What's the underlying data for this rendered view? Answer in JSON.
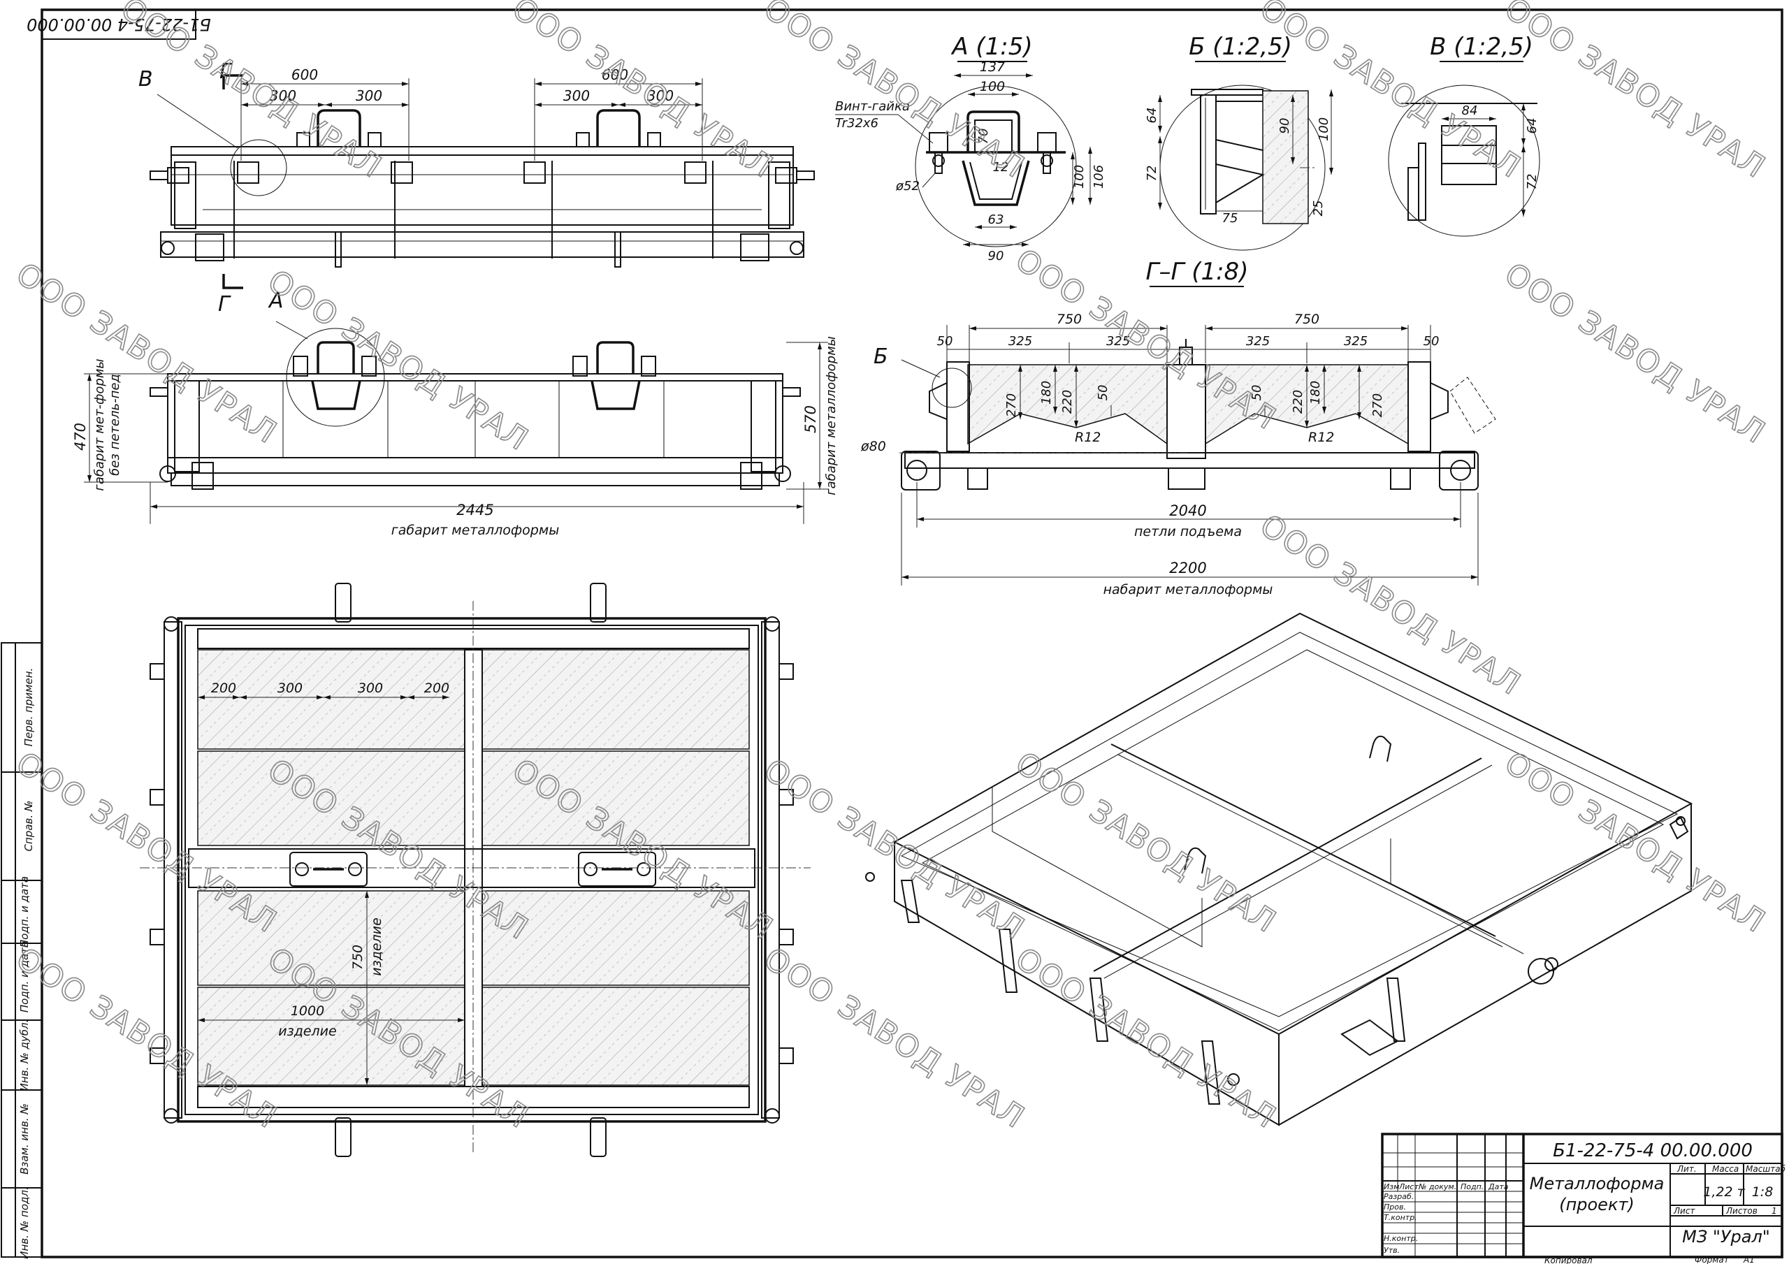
{
  "sheet": {
    "doc_code_rotated": "Б1-22-75-4 00.00.000",
    "watermark": "ООО ЗАВОД УРАЛ"
  },
  "views": {
    "detail_a": "А (1:5)",
    "detail_b": "Б (1:2,5)",
    "detail_v": "В (1:2,5)",
    "section_gg": "Г–Г (1:8)",
    "marker_v": "В",
    "marker_g": "Г",
    "marker_a": "А",
    "marker_b": "Б"
  },
  "front_view": {
    "dims": [
      "600",
      "300",
      "300",
      "600",
      "300",
      "300"
    ]
  },
  "side_view": {
    "overall_width": "2445",
    "overall_width_label": "габарит металлоформы",
    "height_470": "470",
    "height_470_label_1": "габарит мет-формы",
    "height_470_label_2": "без петель-пед",
    "height_570": "570",
    "height_570_label": "габарит металлоформы"
  },
  "detail_a": {
    "screw_label_1": "Винт-гайка",
    "screw_label_2": "Tr32x6",
    "dims": [
      "137",
      "100",
      "70",
      "12",
      "100",
      "106",
      "63",
      "90",
      "ø52"
    ]
  },
  "detail_b": {
    "dims": [
      "64",
      "72",
      "90",
      "100",
      "75",
      "25"
    ]
  },
  "detail_v": {
    "dims": [
      "84",
      "64",
      "72"
    ]
  },
  "section": {
    "top_dims": [
      "750",
      "750",
      "50",
      "325",
      "325",
      "325",
      "325",
      "50"
    ],
    "inner_dims": [
      "270",
      "180",
      "220",
      "50",
      "50",
      "220",
      "180",
      "270"
    ],
    "radius_left": "R12",
    "radius_right": "R12",
    "hole": "ø80",
    "lift_dim": "2040",
    "lift_label": "петли подъема",
    "overall_dim": "2200",
    "overall_label": "набарит металлоформы"
  },
  "plan_view": {
    "top_dims": [
      "200",
      "300",
      "300",
      "200"
    ],
    "product_w": "750",
    "product_w_label": "изделие",
    "product_l": "1000",
    "product_l_label": "изделие"
  },
  "stamp_left": [
    "Перв. примен.",
    "Справ. №",
    "Подп. и дата",
    "Инв. № дубл.",
    "Взам. инв. №",
    "Подп. и дата",
    "Инв. № подл."
  ],
  "title_block": {
    "doc_code": "Б1-22-75-4 00.00.000",
    "name_1": "Металлоформа",
    "name_2": "(проект)",
    "head_izm": "Изм",
    "head_list": "Лист",
    "head_ndoc": "№ докум.",
    "head_podp": "Подп.",
    "head_data": "Дата",
    "row_razrab": "Разраб.",
    "row_prov": "Пров.",
    "row_tkontr": "Т.контр.",
    "row_nkontr": "Н.контр.",
    "row_utv": "Утв.",
    "lit": "Лит.",
    "massa": "Масса",
    "masshtab": "Масштаб",
    "massa_val": "1,22 т",
    "masshtab_val": "1:8",
    "list": "Лист",
    "listov": "Листов",
    "listov_val": "1",
    "org": "МЗ \"Урал\"",
    "kopiroval": "Копировал",
    "format": "Формат",
    "format_val": "А1"
  }
}
